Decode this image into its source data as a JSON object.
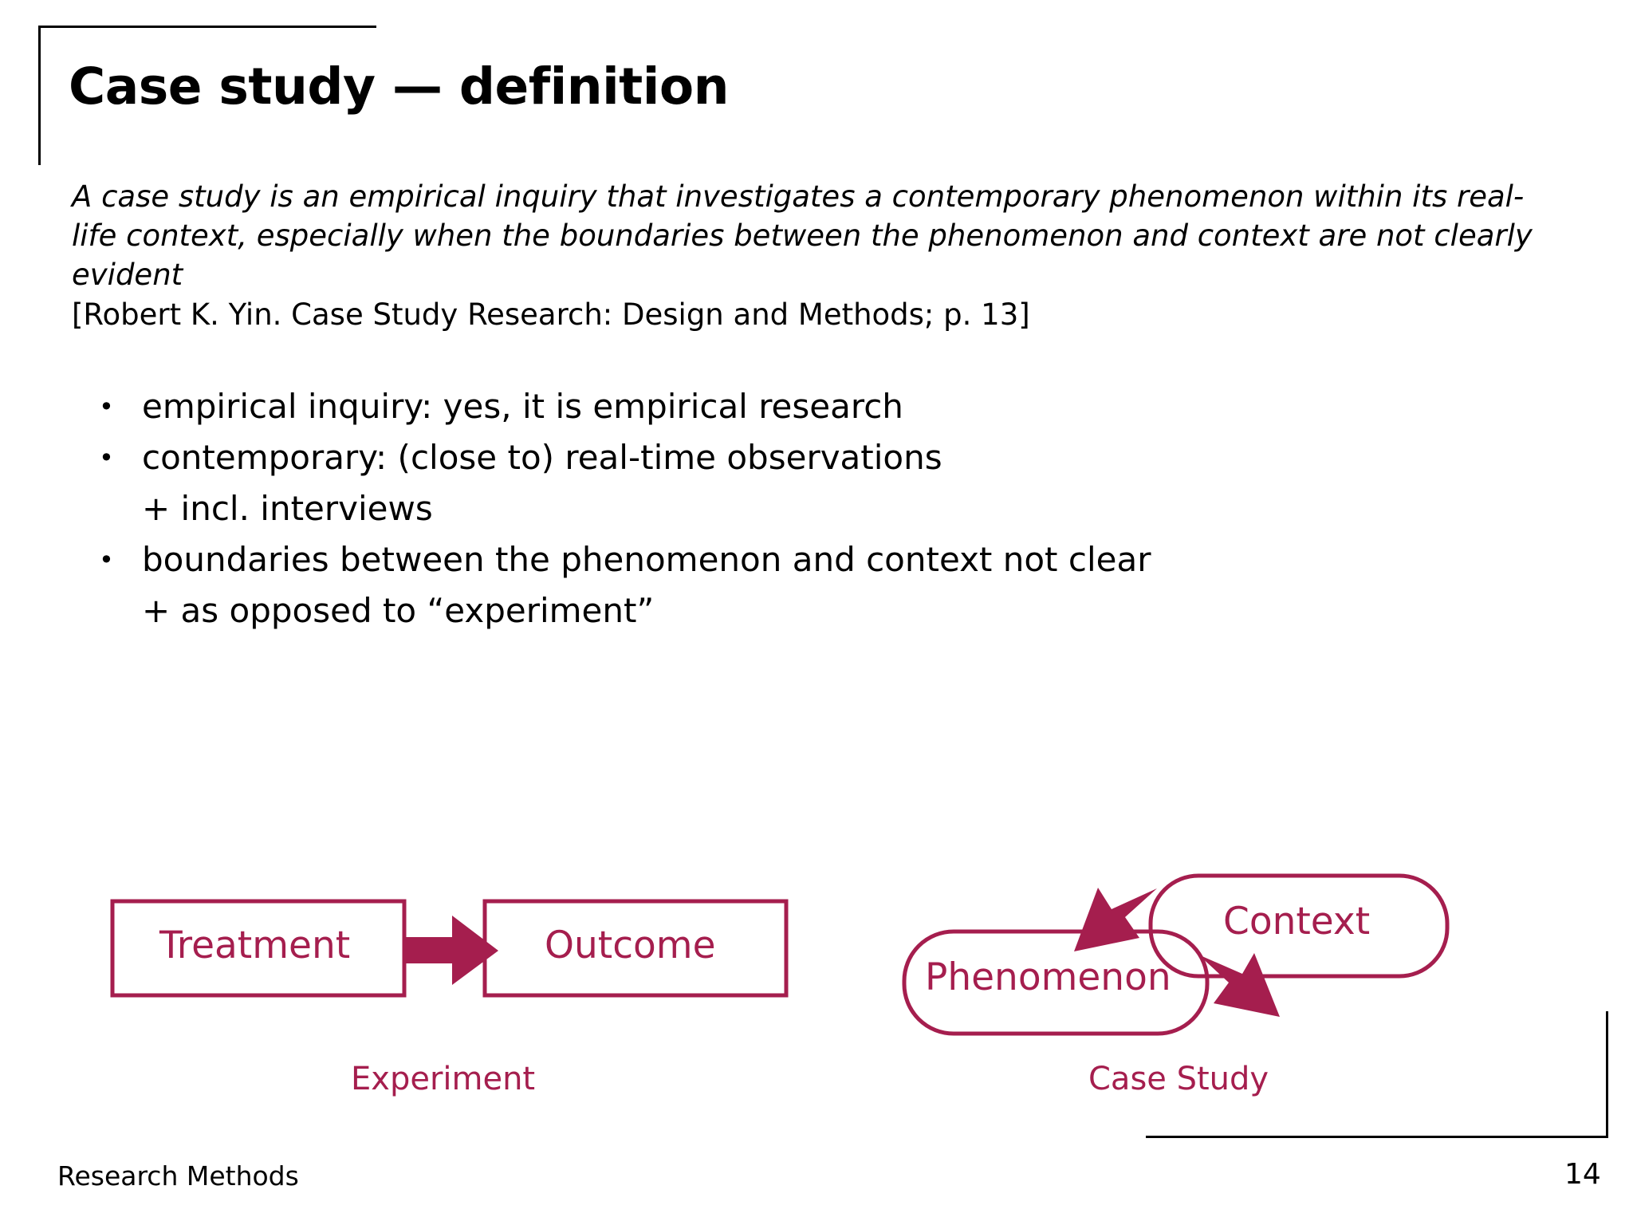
{
  "slide": {
    "title": "Case study — definition",
    "quote": "A case study is an empirical inquiry that investigates a contemporary phenomenon within its real-life context, especially when the boundaries between the phenomenon and context are not clearly evident",
    "citation": "[Robert K. Yin. Case Study Research: Design and Methods; p. 13]",
    "bullets": [
      {
        "marker": "•",
        "text": "empirical inquiry: yes, it is empirical research"
      },
      {
        "marker": "•",
        "text": "contemporary: (close to) real-time observations"
      },
      {
        "marker": "",
        "text": "+ incl. interviews"
      },
      {
        "marker": "•",
        "text": "boundaries between the phenomenon and context not clear"
      },
      {
        "marker": "",
        "text": "+ as opposed to “experiment”"
      }
    ],
    "accent_color": "#A51E4E",
    "diagrams": {
      "experiment": {
        "caption": "Experiment",
        "box_left": "Treatment",
        "box_right": "Outcome",
        "arrow": "right-arrow-icon"
      },
      "case_study": {
        "caption": "Case Study",
        "box_inner": "Phenomenon",
        "box_outer": "Context",
        "arrow_in": "arrow-up-left-icon",
        "arrow_out": "arrow-up-right-icon"
      }
    },
    "footer": {
      "left": "Research Methods",
      "page": "14"
    }
  }
}
